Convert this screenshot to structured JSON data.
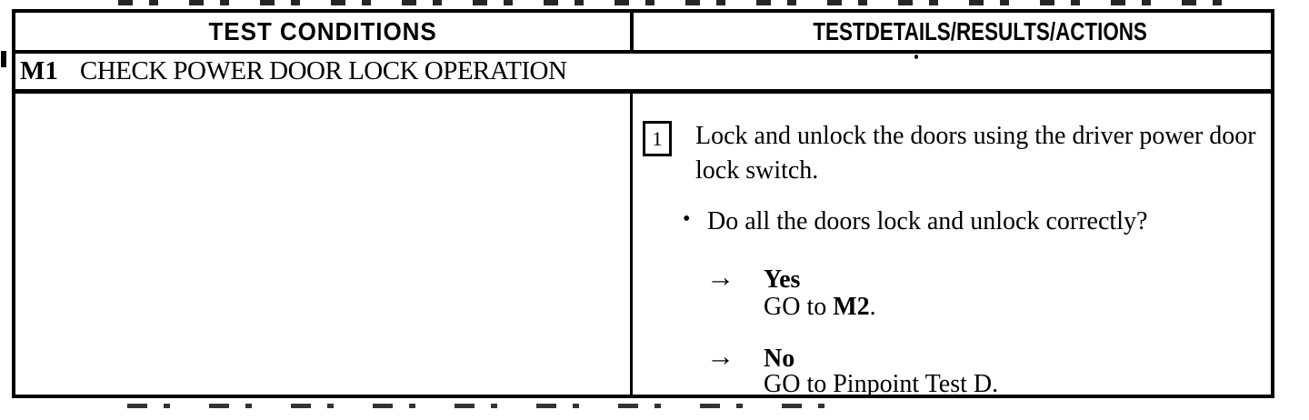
{
  "table": {
    "header": {
      "left": "TEST CONDITIONS",
      "right": "TESTDETAILS/RESULTS/ACTIONS"
    },
    "test": {
      "id": "M1",
      "title": "CHECK POWER DOOR LOCK OPERATION",
      "step": {
        "number": "1",
        "instruction": "Lock and unlock the doors using the driver power door lock switch."
      },
      "question": {
        "bullet": "•",
        "text": "Do all the doors lock and unlock correctly?"
      },
      "results": [
        {
          "arrow": "→",
          "answer": "Yes",
          "action": {
            "prefix": "GO to ",
            "target": "M2",
            "suffix": "."
          }
        },
        {
          "arrow": "→",
          "answer": "No",
          "action": {
            "text": "GO to Pinpoint Test D."
          }
        }
      ]
    }
  }
}
